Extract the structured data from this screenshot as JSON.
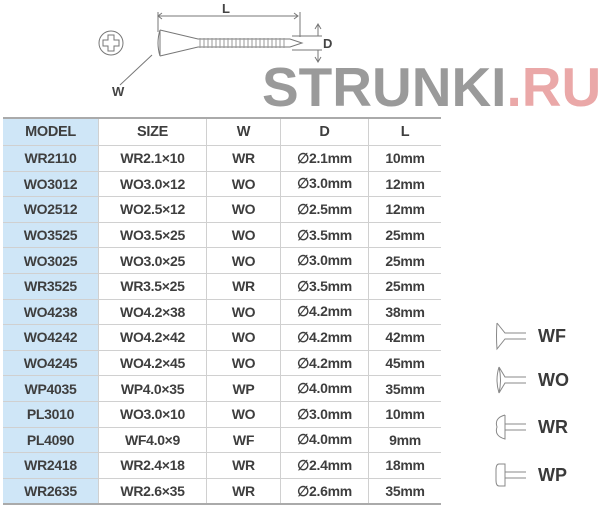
{
  "diagram": {
    "label_l": "L",
    "label_d": "D",
    "label_w": "W"
  },
  "table": {
    "headers": [
      "MODEL",
      "SIZE",
      "W",
      "D",
      "L"
    ],
    "rows": [
      [
        "WR2110",
        "WR2.1×10",
        "WR",
        "∅2.1mm",
        "10mm"
      ],
      [
        "WO3012",
        "WO3.0×12",
        "WO",
        "∅3.0mm",
        "12mm"
      ],
      [
        "WO2512",
        "WO2.5×12",
        "WO",
        "∅2.5mm",
        "12mm"
      ],
      [
        "WO3525",
        "WO3.5×25",
        "WO",
        "∅3.5mm",
        "25mm"
      ],
      [
        "WO3025",
        "WO3.0×25",
        "WO",
        "∅3.0mm",
        "25mm"
      ],
      [
        "WR3525",
        "WR3.5×25",
        "WR",
        "∅3.5mm",
        "25mm"
      ],
      [
        "WO4238",
        "WO4.2×38",
        "WO",
        "∅4.2mm",
        "38mm"
      ],
      [
        "WO4242",
        "WO4.2×42",
        "WO",
        "∅4.2mm",
        "42mm"
      ],
      [
        "WO4245",
        "WO4.2×45",
        "WO",
        "∅4.2mm",
        "45mm"
      ],
      [
        "WP4035",
        "WP4.0×35",
        "WP",
        "∅4.0mm",
        "35mm"
      ],
      [
        "PL3010",
        "WO3.0×10",
        "WO",
        "∅3.0mm",
        "10mm"
      ],
      [
        "PL4090",
        "WF4.0×9",
        "WF",
        "∅4.0mm",
        "9mm"
      ],
      [
        "WR2418",
        "WR2.4×18",
        "WR",
        "∅2.4mm",
        "18mm"
      ],
      [
        "WR2635",
        "WR2.6×35",
        "WR",
        "∅2.6mm",
        "35mm"
      ]
    ]
  },
  "legend": [
    {
      "code": "WF",
      "icon": "flat-head-icon"
    },
    {
      "code": "WO",
      "icon": "oval-head-icon"
    },
    {
      "code": "WR",
      "icon": "round-head-icon"
    },
    {
      "code": "WP",
      "icon": "pan-head-icon"
    }
  ],
  "watermark": {
    "part1": "STRUNKI",
    "part2": ".RU"
  },
  "colors": {
    "model_column_bg": "#cfe6f7",
    "text": "#3e3e3e"
  }
}
